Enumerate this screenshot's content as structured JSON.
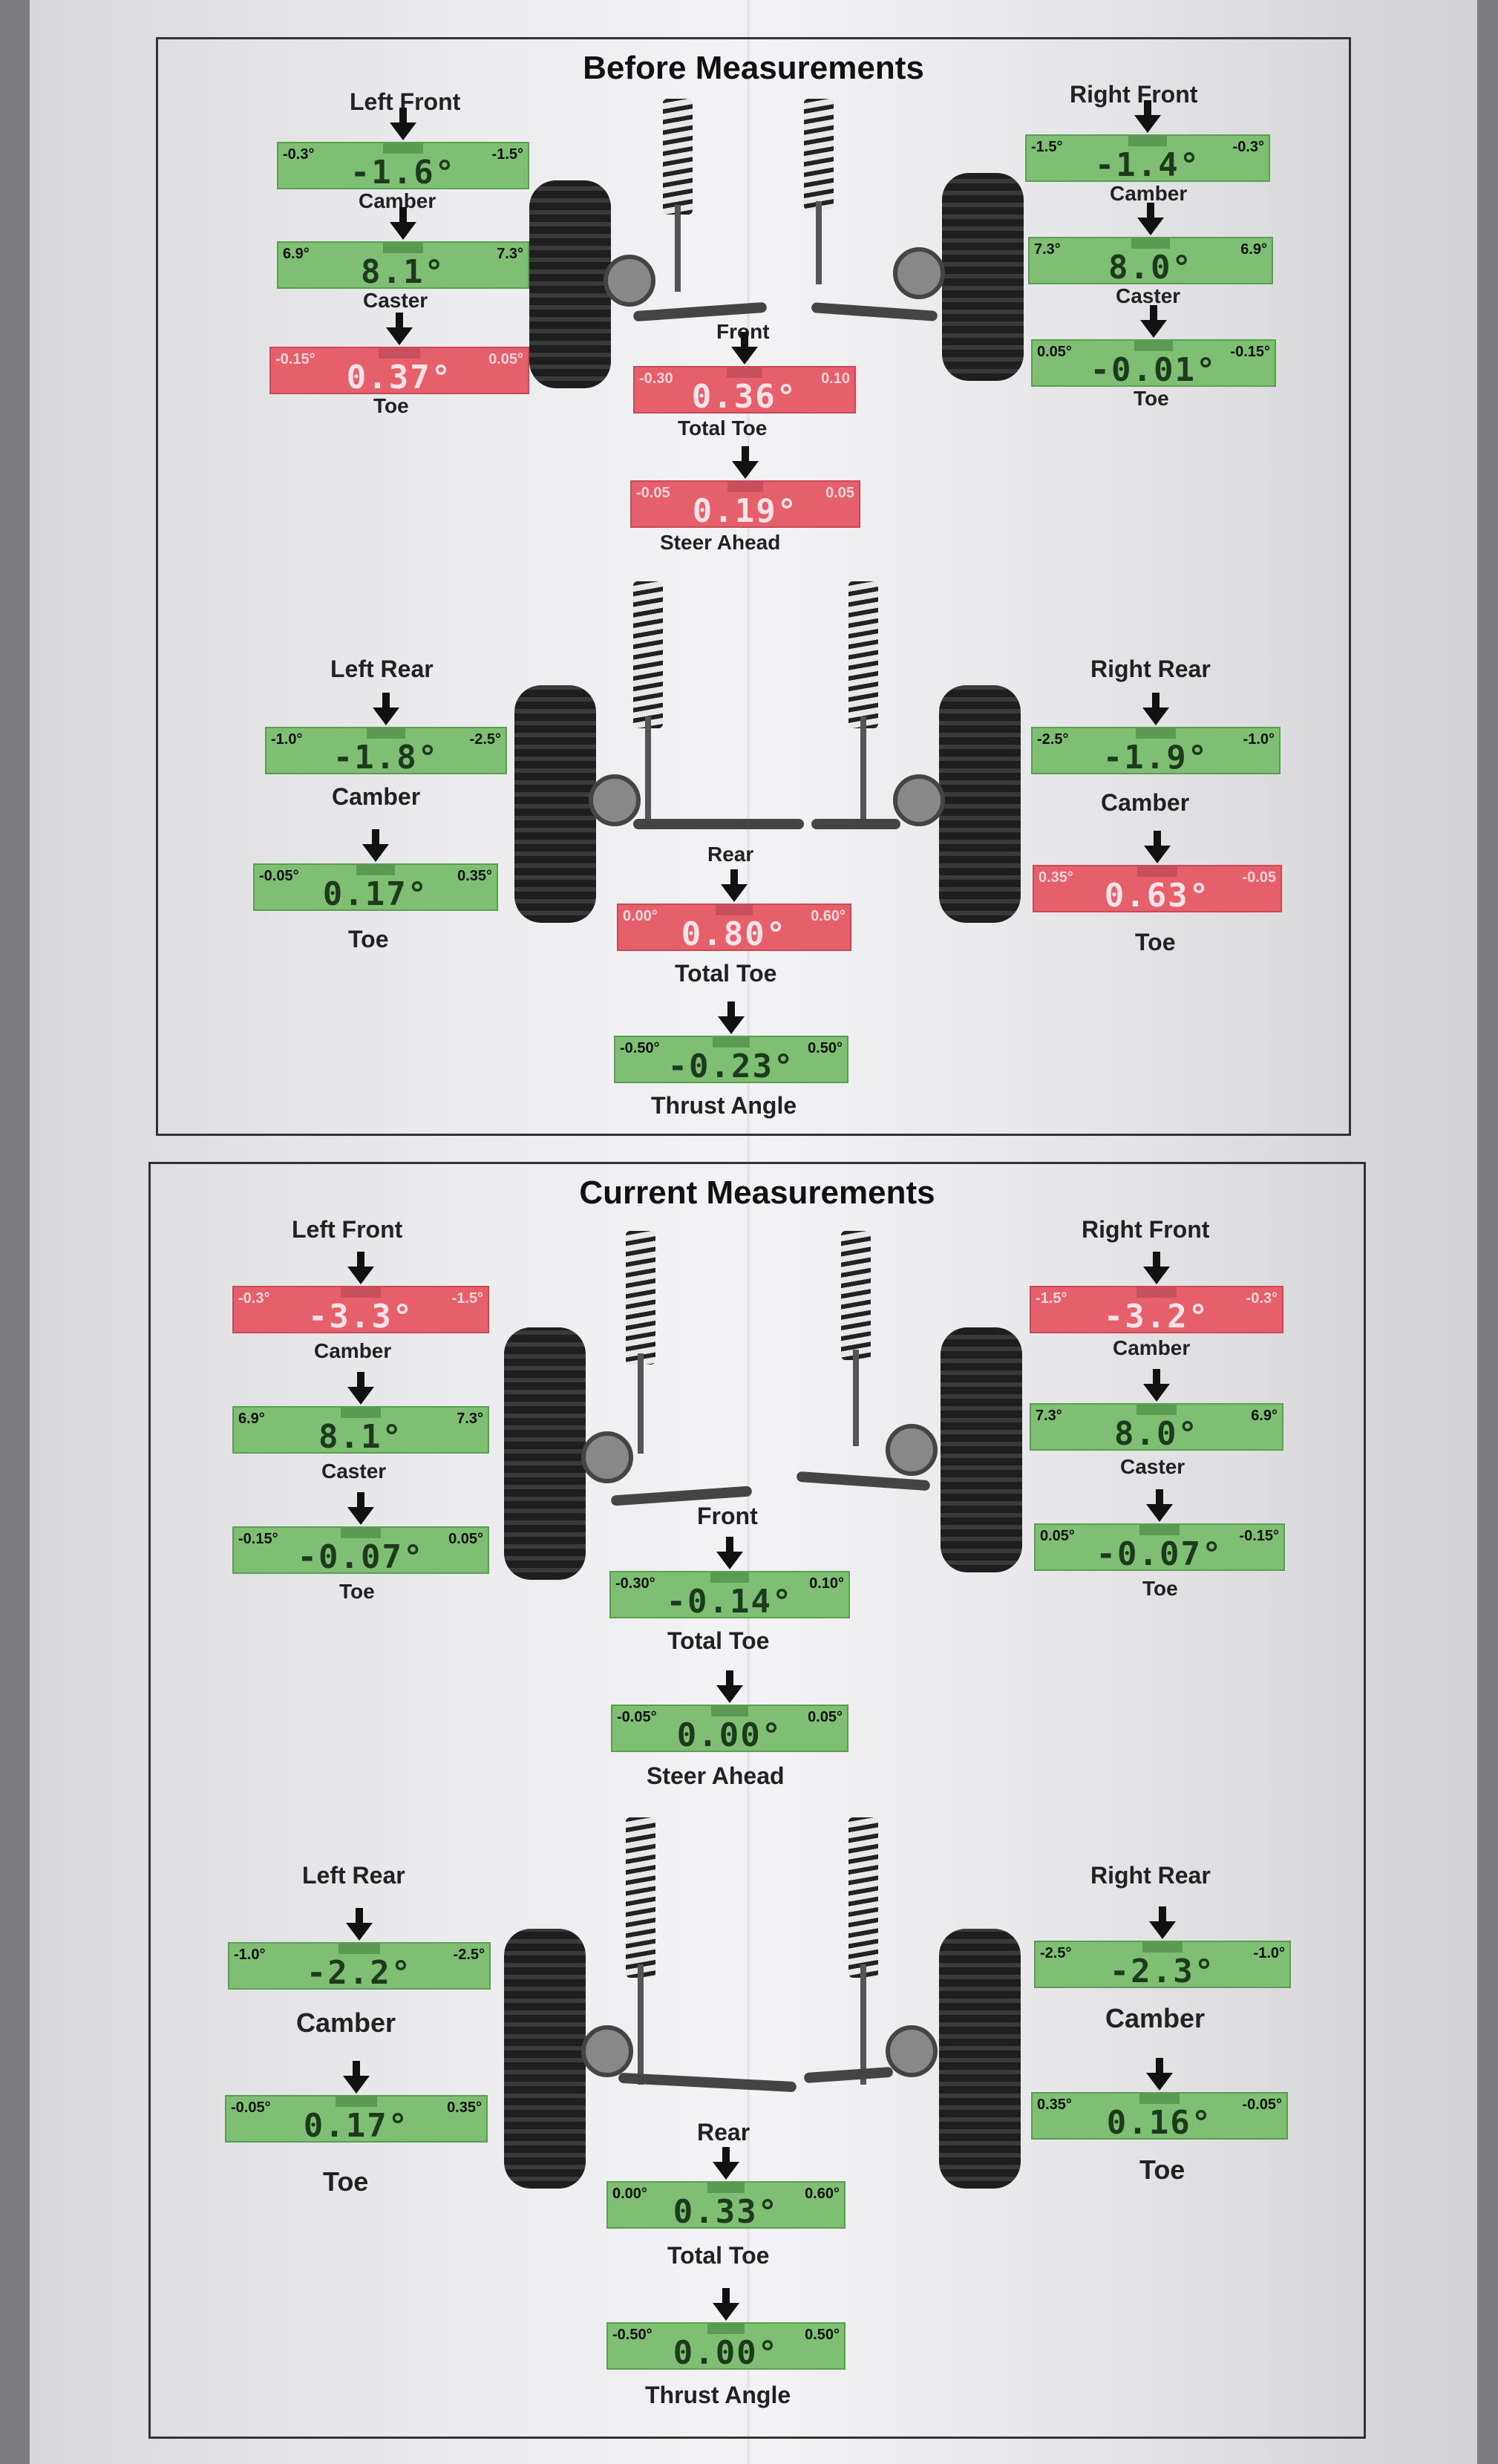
{
  "before": {
    "title": "Before Measurements",
    "left_front": {
      "heading": "Left Front",
      "camber": {
        "label": "Camber",
        "value": "-1.6°",
        "min": "-0.3°",
        "max": "-1.5°",
        "status": "green"
      },
      "caster": {
        "label": "Caster",
        "value": "8.1°",
        "min": "6.9°",
        "max": "7.3°",
        "status": "green"
      },
      "toe": {
        "label": "Toe",
        "value": "0.37°",
        "min": "-0.15°",
        "max": "0.05°",
        "status": "red"
      }
    },
    "right_front": {
      "heading": "Right Front",
      "camber": {
        "label": "Camber",
        "value": "-1.4°",
        "min": "-1.5°",
        "max": "-0.3°",
        "status": "green"
      },
      "caster": {
        "label": "Caster",
        "value": "8.0°",
        "min": "7.3°",
        "max": "6.9°",
        "status": "green"
      },
      "toe": {
        "label": "Toe",
        "value": "-0.01°",
        "min": "0.05°",
        "max": "-0.15°",
        "status": "green"
      }
    },
    "front_total": {
      "heading": "Front",
      "label": "Total Toe",
      "value": "0.36°",
      "min": "-0.30",
      "max": "0.10",
      "status": "red"
    },
    "steer_ahead": {
      "label": "Steer Ahead",
      "value": "0.19°",
      "min": "-0.05",
      "max": "0.05",
      "status": "red"
    },
    "left_rear": {
      "heading": "Left Rear",
      "camber": {
        "label": "Camber",
        "value": "-1.8°",
        "min": "-1.0°",
        "max": "-2.5°",
        "status": "green"
      },
      "toe": {
        "label": "Toe",
        "value": "0.17°",
        "min": "-0.05°",
        "max": "0.35°",
        "status": "green"
      }
    },
    "right_rear": {
      "heading": "Right Rear",
      "camber": {
        "label": "Camber",
        "value": "-1.9°",
        "min": "-2.5°",
        "max": "-1.0°",
        "status": "green"
      },
      "toe": {
        "label": "Toe",
        "value": "0.63°",
        "min": "0.35°",
        "max": "-0.05",
        "status": "red"
      }
    },
    "rear_total": {
      "heading": "Rear",
      "label": "Total Toe",
      "value": "0.80°",
      "min": "0.00°",
      "max": "0.60°",
      "status": "red"
    },
    "thrust": {
      "label": "Thrust Angle",
      "value": "-0.23°",
      "min": "-0.50°",
      "max": "0.50°",
      "status": "green"
    }
  },
  "current": {
    "title": "Current Measurements",
    "left_front": {
      "heading": "Left Front",
      "camber": {
        "label": "Camber",
        "value": "-3.3°",
        "min": "-0.3°",
        "max": "-1.5°",
        "status": "red"
      },
      "caster": {
        "label": "Caster",
        "value": "8.1°",
        "min": "6.9°",
        "max": "7.3°",
        "status": "green"
      },
      "toe": {
        "label": "Toe",
        "value": "-0.07°",
        "min": "-0.15°",
        "max": "0.05°",
        "status": "green"
      }
    },
    "right_front": {
      "heading": "Right Front",
      "camber": {
        "label": "Camber",
        "value": "-3.2°",
        "min": "-1.5°",
        "max": "-0.3°",
        "status": "red"
      },
      "caster": {
        "label": "Caster",
        "value": "8.0°",
        "min": "7.3°",
        "max": "6.9°",
        "status": "green"
      },
      "toe": {
        "label": "Toe",
        "value": "-0.07°",
        "min": "0.05°",
        "max": "-0.15°",
        "status": "green"
      }
    },
    "front_total": {
      "heading": "Front",
      "label": "Total Toe",
      "value": "-0.14°",
      "min": "-0.30°",
      "max": "0.10°",
      "status": "green"
    },
    "steer_ahead": {
      "label": "Steer Ahead",
      "value": "0.00°",
      "min": "-0.05°",
      "max": "0.05°",
      "status": "green"
    },
    "left_rear": {
      "heading": "Left Rear",
      "camber": {
        "label": "Camber",
        "value": "-2.2°",
        "min": "-1.0°",
        "max": "-2.5°",
        "status": "green"
      },
      "toe": {
        "label": "Toe",
        "value": "0.17°",
        "min": "-0.05°",
        "max": "0.35°",
        "status": "green"
      }
    },
    "right_rear": {
      "heading": "Right Rear",
      "camber": {
        "label": "Camber",
        "value": "-2.3°",
        "min": "-2.5°",
        "max": "-1.0°",
        "status": "green"
      },
      "toe": {
        "label": "Toe",
        "value": "0.16°",
        "min": "0.35°",
        "max": "-0.05°",
        "status": "green"
      }
    },
    "rear_total": {
      "heading": "Rear",
      "label": "Total Toe",
      "value": "0.33°",
      "min": "0.00°",
      "max": "0.60°",
      "status": "green"
    },
    "thrust": {
      "label": "Thrust Angle",
      "value": "0.00°",
      "min": "-0.50°",
      "max": "0.50°",
      "status": "green"
    }
  },
  "colors": {
    "in_spec": "#7fbf73",
    "out_of_spec": "#e6606c"
  }
}
